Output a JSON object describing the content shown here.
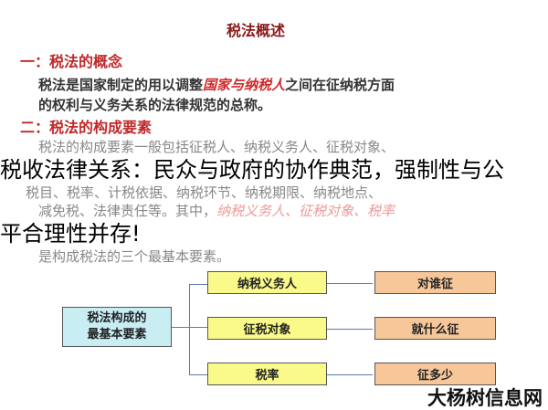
{
  "slide": {
    "title": "税法概述",
    "section1_heading": "一：税法的概念",
    "section1_text_a": "税法是国家制定的用以调整",
    "section1_text_em": "国家与纳税人",
    "section1_text_b": "之间在征纳税方面",
    "section1_text_c": "的权利与义务关系的法律规范的总称。",
    "section2_heading": "二：税法的构成要素",
    "section2_line1": "税法的构成要素一般包括征税人、纳税义务人、征税对象、",
    "section2_line2": "税目、税率、计税依据、纳税环节、纳税期限、纳税地点、",
    "section2_line3_a": "减免税、法律责任等。其中，",
    "section2_line3_em": "纳税义务人、征税对象、税率",
    "section2_line4": "是构成税法的三个最基本要素。"
  },
  "diagram": {
    "root": "税法构成的最基本要素",
    "elements": [
      {
        "label": "纳税义务人",
        "meaning": "对谁征"
      },
      {
        "label": "征税对象",
        "meaning": "就什么征"
      },
      {
        "label": "税率",
        "meaning": "征多少"
      }
    ]
  },
  "overlay": {
    "line1": "税收法律关系：民众与政府的协作典范，强制性与公",
    "line2": "平合理性并存!"
  },
  "watermark": "大杨树信息网"
}
